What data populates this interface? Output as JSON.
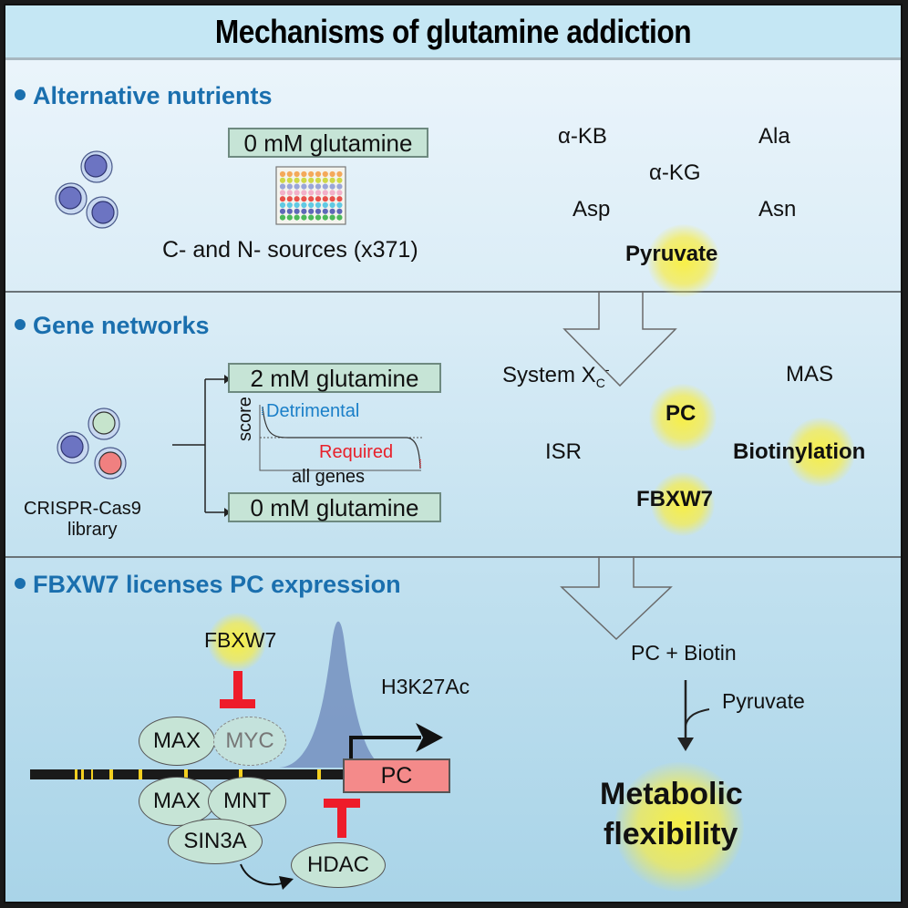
{
  "title": "Mechanisms of glutamine addiction",
  "sections": {
    "alternative_nutrients": {
      "title": "Alternative nutrients",
      "medium_label": "0 mM glutamine",
      "sources_label": "C- and N- sources (x371)",
      "plate_row_colors": [
        "#f4a95a",
        "#cfd845",
        "#9aa6d8",
        "#f2b0c9",
        "#e8504a",
        "#5fc9e3",
        "#5e68b8",
        "#4cb85a"
      ],
      "plate_columns": 9,
      "nutrients": [
        "α-KB",
        "Ala",
        "α-KG",
        "Asp",
        "Asn"
      ],
      "highlight": "Pyruvate"
    },
    "gene_networks": {
      "title": "Gene networks",
      "library_label_line1": "CRISPR-Cas9",
      "library_label_line2": "library",
      "condition_top": "2 mM glutamine",
      "condition_bottom": "0 mM glutamine",
      "plot": {
        "ylabel": "score",
        "xlabel": "all genes",
        "top_label": "Detrimental",
        "bottom_label": "Required",
        "top_color": "#1a7fc8",
        "bottom_color": "#e8202a"
      },
      "hits": {
        "system_xc_base": "System X",
        "system_xc_sub": "C",
        "system_xc_sup": "-",
        "mas": "MAS",
        "pc": "PC",
        "isr": "ISR",
        "biotinylation": "Biotinylation",
        "fbxw7": "FBXW7"
      }
    },
    "fbxw7_pc": {
      "title": "FBXW7 licenses PC expression",
      "fbxw7_label": "FBXW7",
      "histone_mark": "H3K27Ac",
      "proteins": {
        "max_top": "MAX",
        "myc": "MYC",
        "max_bottom": "MAX",
        "mnt": "MNT",
        "sin3a": "SIN3A",
        "hdac": "HDAC"
      },
      "gene": "PC",
      "pathway_top": "PC + Biotin",
      "pathway_input": "Pyruvate",
      "outcome_line1": "Metabolic",
      "outcome_line2": "flexibility"
    }
  },
  "colors": {
    "section_title": "#1a6fae",
    "inhibit_red": "#ee1c2a",
    "glow_yellow": "#f8ec3c",
    "box_green": "#c6e4d6",
    "gene_box": "#f48a8a",
    "peak": "#7b98c4"
  }
}
